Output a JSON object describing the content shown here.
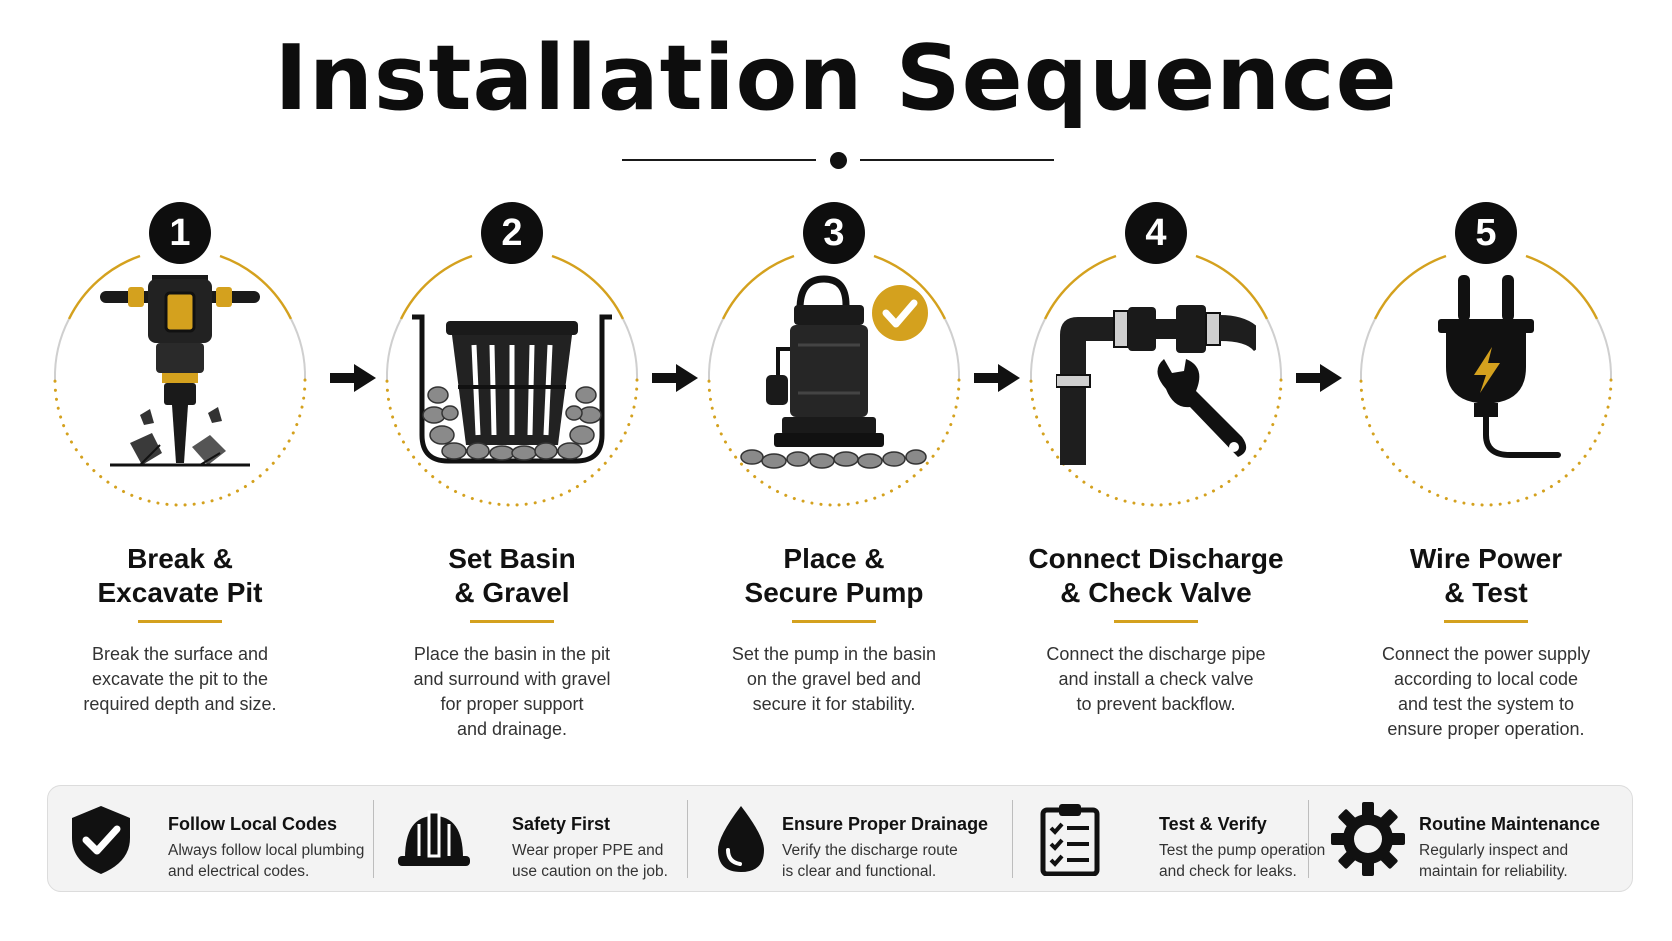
{
  "title": "Installation Sequence",
  "colors": {
    "accent": "#d4a11e",
    "ink": "#111111"
  },
  "steps": [
    {
      "number": "1",
      "icon": "jackhammer-icon",
      "title": [
        "Break &",
        "Excavate Pit"
      ],
      "description": [
        "Break the surface and",
        "excavate the pit to the",
        "required depth and size."
      ]
    },
    {
      "number": "2",
      "icon": "basin-gravel-icon",
      "title": [
        "Set Basin",
        "& Gravel"
      ],
      "description": [
        "Place the basin in the pit",
        "and surround with gravel",
        "for proper support",
        "and drainage."
      ]
    },
    {
      "number": "3",
      "icon": "sump-pump-icon",
      "title": [
        "Place &",
        "Secure Pump"
      ],
      "description": [
        "Set the pump in the basin",
        "on the gravel bed and",
        "secure it for stability."
      ]
    },
    {
      "number": "4",
      "icon": "pipe-wrench-icon",
      "title": [
        "Connect Discharge",
        "& Check Valve"
      ],
      "description": [
        "Connect the discharge pipe",
        "and install a check valve",
        "to prevent backflow."
      ]
    },
    {
      "number": "5",
      "icon": "power-plug-icon",
      "title": [
        "Wire Power",
        "& Test"
      ],
      "description": [
        "Connect the power supply",
        "according to local code",
        "and test the system to",
        "ensure proper operation."
      ]
    }
  ],
  "tips": [
    {
      "icon": "shield-check-icon",
      "title": "Follow Local Codes",
      "description": [
        "Always follow local plumbing",
        "and electrical codes."
      ]
    },
    {
      "icon": "hard-hat-icon",
      "title": "Safety First",
      "description": [
        "Wear proper PPE and",
        "use caution on the job."
      ]
    },
    {
      "icon": "water-drop-icon",
      "title": "Ensure Proper Drainage",
      "description": [
        "Verify the discharge route",
        "is clear and functional."
      ]
    },
    {
      "icon": "checklist-icon",
      "title": "Test & Verify",
      "description": [
        "Test the pump operation",
        "and check for leaks."
      ]
    },
    {
      "icon": "gear-icon",
      "title": "Routine Maintenance",
      "description": [
        "Regularly inspect and",
        "maintain for reliability."
      ]
    }
  ]
}
